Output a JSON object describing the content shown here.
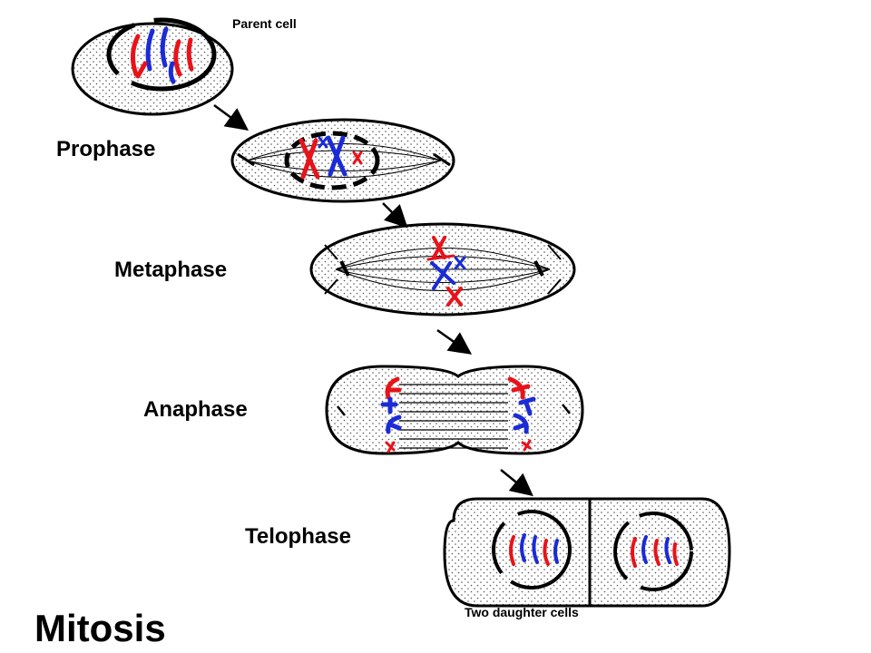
{
  "diagram": {
    "title": "Mitosis",
    "labels": {
      "parent_cell": "Parent cell",
      "prophase": "Prophase",
      "metaphase": "Metaphase",
      "anaphase": "Anaphase",
      "telophase": "Telophase",
      "daughter_cells": "Two daughter cells"
    },
    "colors": {
      "chromosome_red": "#e8131a",
      "chromosome_blue": "#1b2bd6",
      "outline": "#000000",
      "cytoplasm_dots": "#444444",
      "background": "#ffffff"
    }
  }
}
